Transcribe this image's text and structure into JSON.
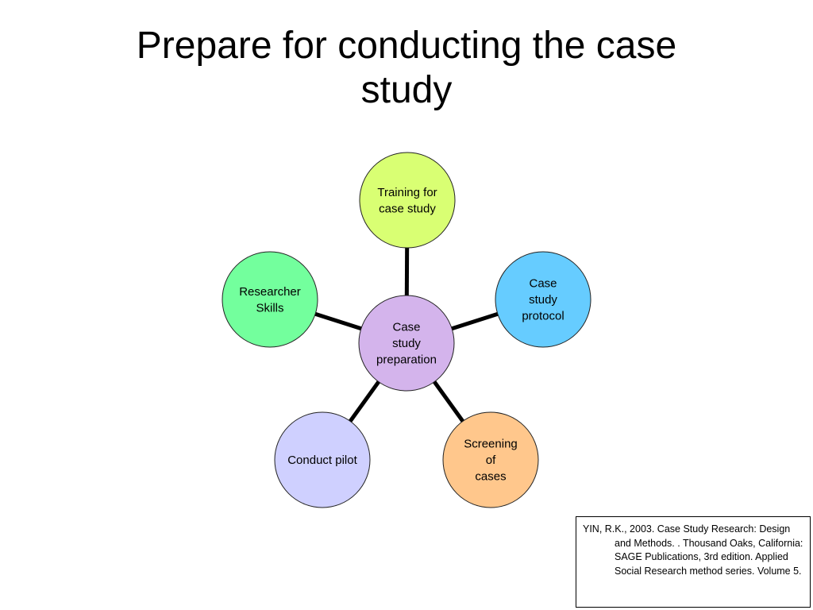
{
  "title": {
    "lines": [
      "Prepare for conducting the case",
      "study"
    ]
  },
  "diagram": {
    "center": {
      "lines": [
        "Case",
        "study",
        "preparation"
      ],
      "fill": "#d4b4ec"
    },
    "nodes": [
      {
        "id": "training",
        "lines": [
          "Training for",
          "case study"
        ],
        "fill": "#d9ff73"
      },
      {
        "id": "protocol",
        "lines": [
          "Case",
          "study",
          "protocol"
        ],
        "fill": "#66ccff"
      },
      {
        "id": "screening",
        "lines": [
          "Screening",
          "of",
          "cases"
        ],
        "fill": "#ffc78c"
      },
      {
        "id": "pilot",
        "lines": [
          "Conduct pilot"
        ],
        "fill": "#cfd0ff"
      },
      {
        "id": "skills",
        "lines": [
          "Researcher",
          "Skills"
        ],
        "fill": "#73ff9d"
      }
    ]
  },
  "citation": {
    "text": "YIN, R.K., 2003. Case Study Research: Design and Methods. . Thousand Oaks, California: SAGE Publications, 3rd edition. Applied Social Research method series. Volume 5."
  }
}
